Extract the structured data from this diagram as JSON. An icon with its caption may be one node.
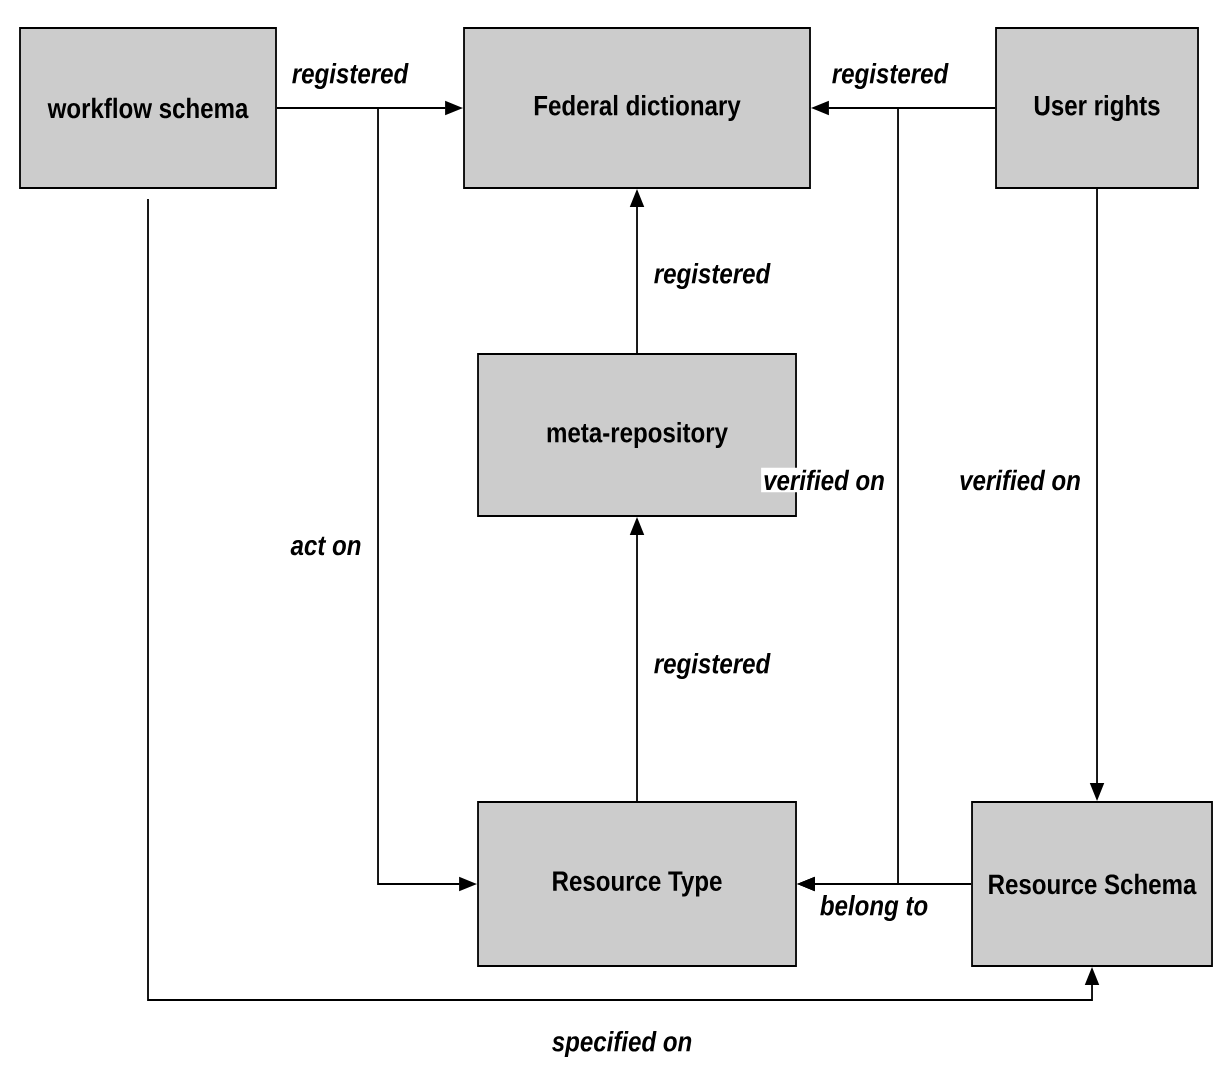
{
  "diagram": {
    "nodes": [
      {
        "text": [
          "workflow schema"
        ]
      },
      {
        "text": [
          "Federal dictionary"
        ]
      },
      {
        "text": [
          "User rights"
        ]
      },
      {
        "text": [
          "meta-repository"
        ]
      },
      {
        "text": [
          "Resource Type"
        ]
      },
      {
        "text": [
          "Resource Schema"
        ]
      }
    ],
    "edges": [
      {
        "from": 0,
        "to": 1,
        "arrow": "to",
        "label": "registered"
      },
      {
        "from": 0,
        "to": 4,
        "arrow": "to",
        "label": "act on"
      },
      {
        "from": 2,
        "to": 1,
        "arrow": "to",
        "label": "registered"
      },
      {
        "from": 2,
        "to": 4,
        "arrow": "to",
        "label": "verified on"
      },
      {
        "from": 2,
        "to": 5,
        "arrow": "to",
        "label": "verified on"
      },
      {
        "from": 5,
        "to": 4,
        "arrow": "to",
        "label": "belong to"
      },
      {
        "from": 4,
        "to": 3,
        "arrow": "to",
        "label": "registered"
      },
      {
        "from": 3,
        "to": 1,
        "arrow": "to",
        "label": "registered"
      },
      {
        "from": 0,
        "to": 5,
        "arrow": "to",
        "label": "specified on"
      }
    ]
  }
}
